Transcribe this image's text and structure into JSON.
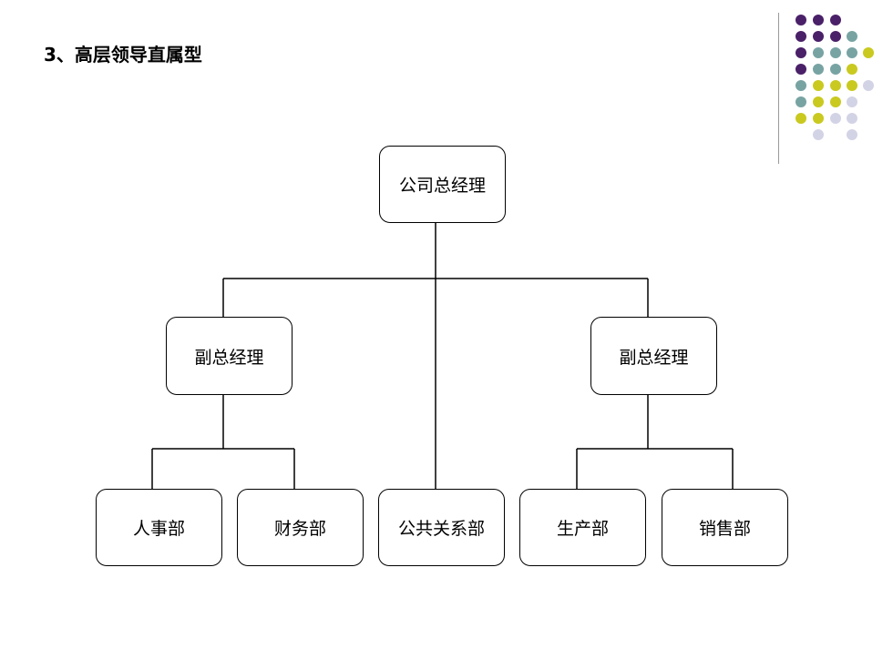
{
  "slide": {
    "title": "3、高层领导直属型"
  },
  "decoration": {
    "dot_colors": {
      "purple": "#4a2068",
      "teal": "#78a3a3",
      "yellow": "#c9c920",
      "lavender": "#d3d3e6"
    }
  },
  "org_chart": {
    "root": "公司总经理",
    "vp_left": "副总经理",
    "vp_right": "副总经理",
    "dept_hr": "人事部",
    "dept_finance": "财务部",
    "dept_pr": "公共关系部",
    "dept_production": "生产部",
    "dept_sales": "销售部"
  }
}
